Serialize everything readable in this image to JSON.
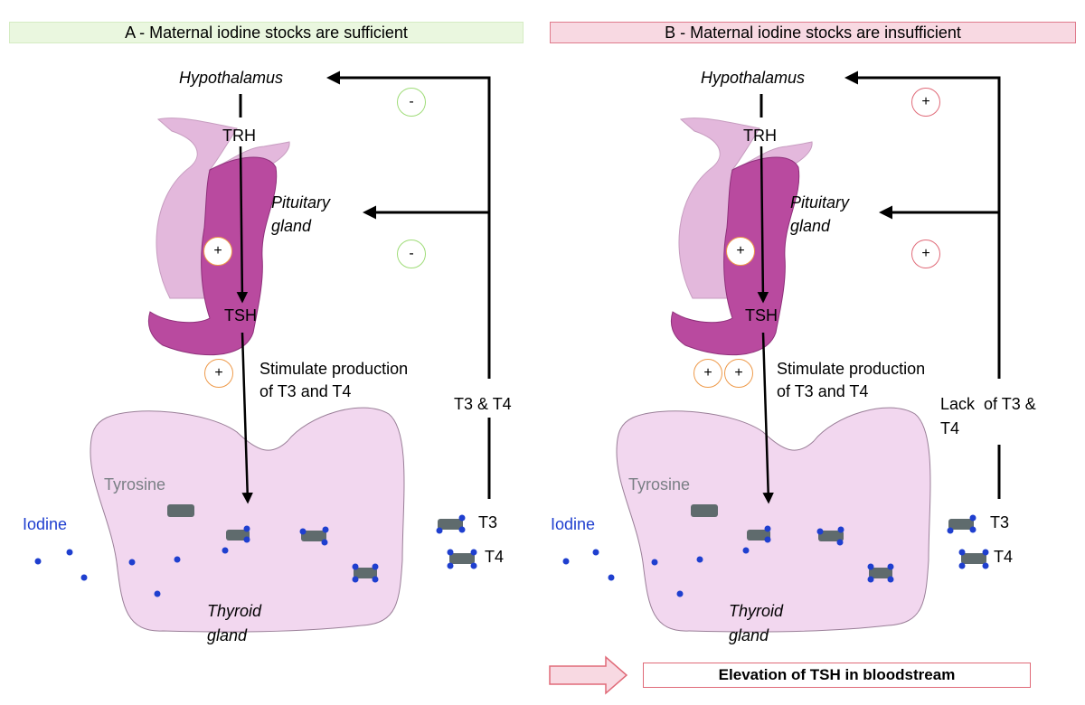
{
  "panel_a": {
    "title": "A - Maternal iodine stocks are sufficient",
    "hypothalamus": "Hypothalamus",
    "trh": "TRH",
    "pituitary_line1": "Pituitary",
    "pituitary_line2": "gland",
    "tsh": "TSH",
    "stimulate_line1": "Stimulate production",
    "stimulate_line2": "of T3 and T4",
    "feedback_label": "T3 & T4",
    "tyrosine": "Tyrosine",
    "iodine": "Iodine",
    "thyroid_line1": "Thyroid",
    "thyroid_line2": "gland",
    "t3": "T3",
    "t4": "T4",
    "feedback_sign_hypothalamus": "-",
    "feedback_sign_pituitary": "-",
    "pituitary_sign": "+",
    "tsh_signs": [
      "+"
    ]
  },
  "panel_b": {
    "title": "B - Maternal iodine stocks are insufficient",
    "hypothalamus": "Hypothalamus",
    "trh": "TRH",
    "pituitary_line1": "Pituitary",
    "pituitary_line2": "gland",
    "tsh": "TSH",
    "stimulate_line1": "Stimulate production",
    "stimulate_line2": "of T3 and T4",
    "feedback_line1": "Lack  of T3 &",
    "feedback_line2": "T4",
    "tyrosine": "Tyrosine",
    "iodine": "Iodine",
    "thyroid_line1": "Thyroid",
    "thyroid_line2": "gland",
    "t3": "T3",
    "t4": "T4",
    "feedback_sign_hypothalamus": "+",
    "feedback_sign_pituitary": "+",
    "pituitary_sign": "+",
    "tsh_signs": [
      "+",
      "+"
    ]
  },
  "result": "Elevation of TSH in bloodstream",
  "colors": {
    "pituitary_light": "#e3b8dc",
    "pituitary_dark": "#b94a9f",
    "thyroid": "#f2d7ef",
    "iodine": "#1f3fcf",
    "molecule": "#5f6b6d",
    "negative_feedback": "#9fdc78",
    "positive_feedback": "#e06a78",
    "stimulation": "#ee9a4a"
  }
}
